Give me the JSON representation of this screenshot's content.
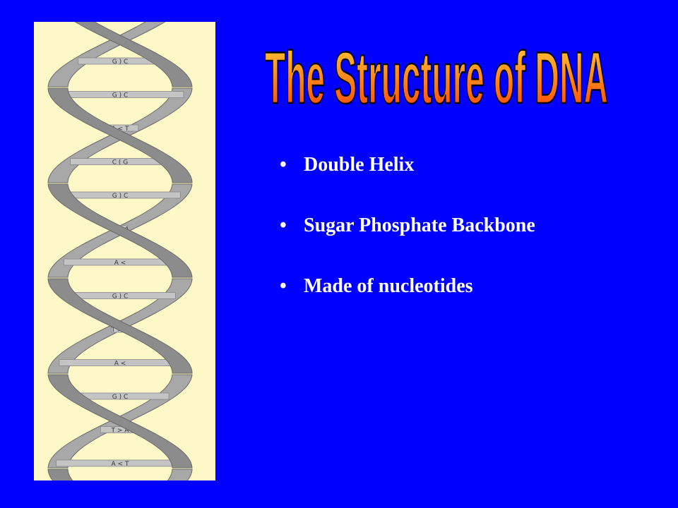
{
  "slide": {
    "background_color": "#0000ff",
    "title": "The Structure of DNA",
    "title_fill_top": "#ffd23a",
    "title_fill_bottom": "#ff3a00",
    "title_outline": "#000000",
    "bullets": [
      {
        "text": "Double Helix"
      },
      {
        "text": "Sugar Phosphate Backbone"
      },
      {
        "text": "Made of nucleotides"
      }
    ],
    "bullet_color": "#ffffff"
  },
  "figure": {
    "panel_color": "#fdf8c8",
    "strand_color": "#8c8c8c",
    "rung_color": "#c4c4c4",
    "base_pair_labels": [
      "G ) C",
      "G ) C",
      "A < T",
      "C ( G",
      "G ) C",
      "T > A",
      "A <",
      "G ) C",
      "T > A",
      "A <",
      "G ) C",
      "T > A",
      "A < T"
    ]
  }
}
